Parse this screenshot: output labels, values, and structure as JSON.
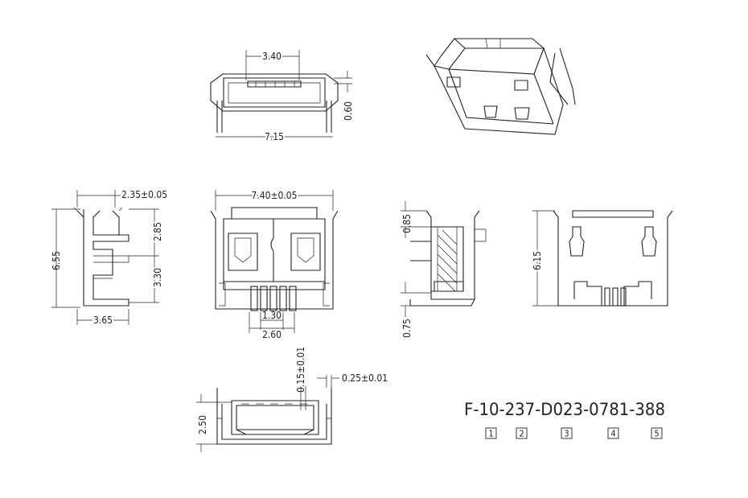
{
  "dims": {
    "top_pitch": "3.40",
    "top_width": "7.15",
    "top_depth": "0.60",
    "side_top": "2.35±0.05",
    "side_upper": "2.85",
    "side_lower": "3.30",
    "side_height": "6.55",
    "side_width": "3.65",
    "front_width": "7.40±0.05",
    "front_inner": "1.30",
    "front_outer": "2.60",
    "section_top": "0.85",
    "section_bottom": "0.75",
    "rear_height": "6.15",
    "bottom_pin": "0.15±0.01",
    "bottom_thk": "0.25±0.01",
    "bottom_height": "2.50"
  },
  "part_number": "F-10-237-D023-0781-388",
  "index_boxes": [
    "1",
    "2",
    "3",
    "4",
    "5"
  ]
}
